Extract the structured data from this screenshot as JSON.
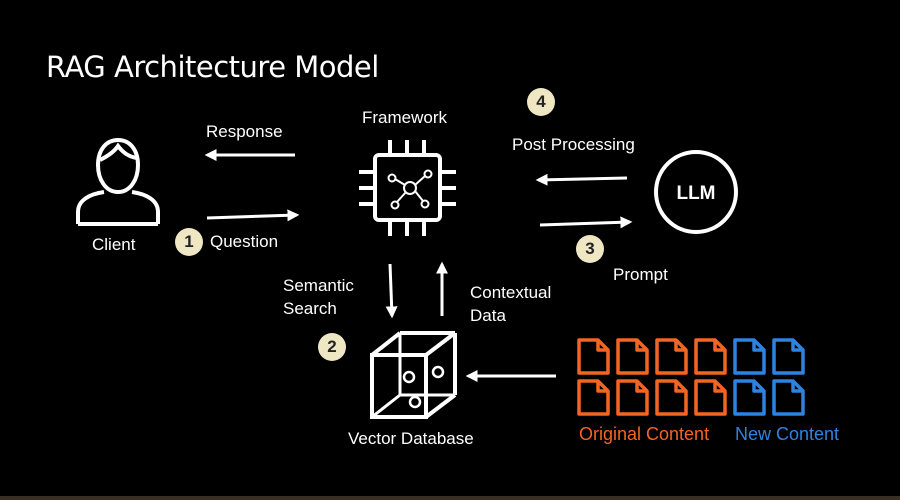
{
  "title": "RAG Architecture Model",
  "nodes": {
    "client": "Client",
    "framework": "Framework",
    "llm": "LLM",
    "vector_db": "Vector Database"
  },
  "edges": {
    "response": "Response",
    "question": "Question",
    "post_processing": "Post Processing",
    "prompt": "Prompt",
    "semantic_search_line1": "Semantic",
    "semantic_search_line2": "Search",
    "contextual_data_line1": "Contextual",
    "contextual_data_line2": "Data"
  },
  "steps": [
    "1",
    "2",
    "3",
    "4"
  ],
  "legend": {
    "original": "Original Content",
    "new": "New Content"
  },
  "colors": {
    "background": "#000000",
    "foreground": "#ffffff",
    "step_badge": "#efe6c4",
    "original_content": "#f26522",
    "new_content": "#2f83e0"
  },
  "icons": {
    "client": "person-icon",
    "framework": "chip-network-icon",
    "vector_db": "cube-icon",
    "documents": "document-icon"
  }
}
